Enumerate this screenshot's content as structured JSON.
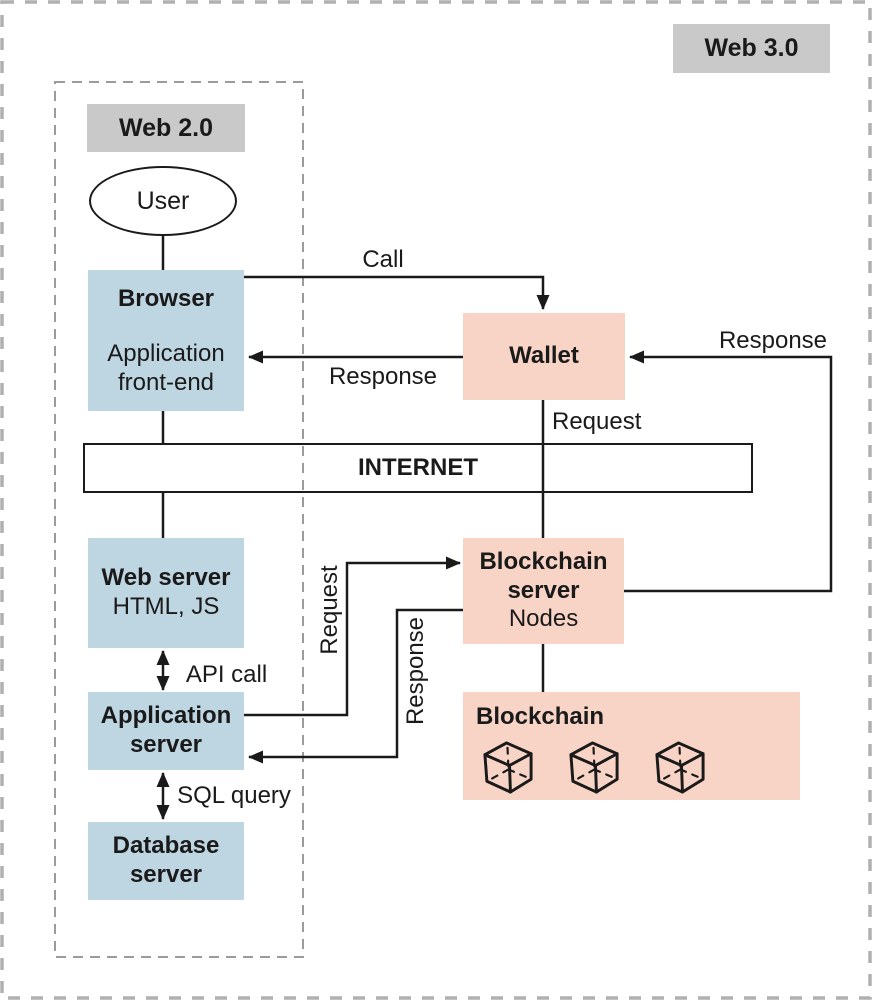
{
  "tags": {
    "web2": "Web 2.0",
    "web3": "Web 3.0"
  },
  "nodes": {
    "user": {
      "label": "User"
    },
    "browser": {
      "title": "Browser",
      "subtitle": "Application front-end"
    },
    "wallet": {
      "title": "Wallet"
    },
    "internet": {
      "title": "INTERNET"
    },
    "web_server": {
      "title": "Web server",
      "subtitle": "HTML, JS"
    },
    "application_server": {
      "title": "Application server"
    },
    "database_server": {
      "title": "Database server"
    },
    "blockchain_server": {
      "title": "Blockchain server",
      "subtitle": "Nodes"
    },
    "blockchain": {
      "title": "Blockchain",
      "cube_icon_count": 3,
      "cube_icon_name": "block-cube-icon"
    }
  },
  "edge_labels": {
    "call": "Call",
    "wallet_to_browser_response": "Response",
    "blockchain_to_wallet_response": "Response",
    "wallet_request": "Request",
    "api_call": "API call",
    "sql_query": "SQL query",
    "app_to_blockchain_request": "Request",
    "blockchain_to_app_response": "Response"
  },
  "colors": {
    "web2_node_fill": "#bed5e2",
    "web3_node_fill": "#f8d4c6",
    "tag_fill": "#c9c9c9",
    "line": "#1a1a1a",
    "outer_dash_border": "#b0b0b0",
    "inner_dash_border": "#9b9b9b"
  }
}
